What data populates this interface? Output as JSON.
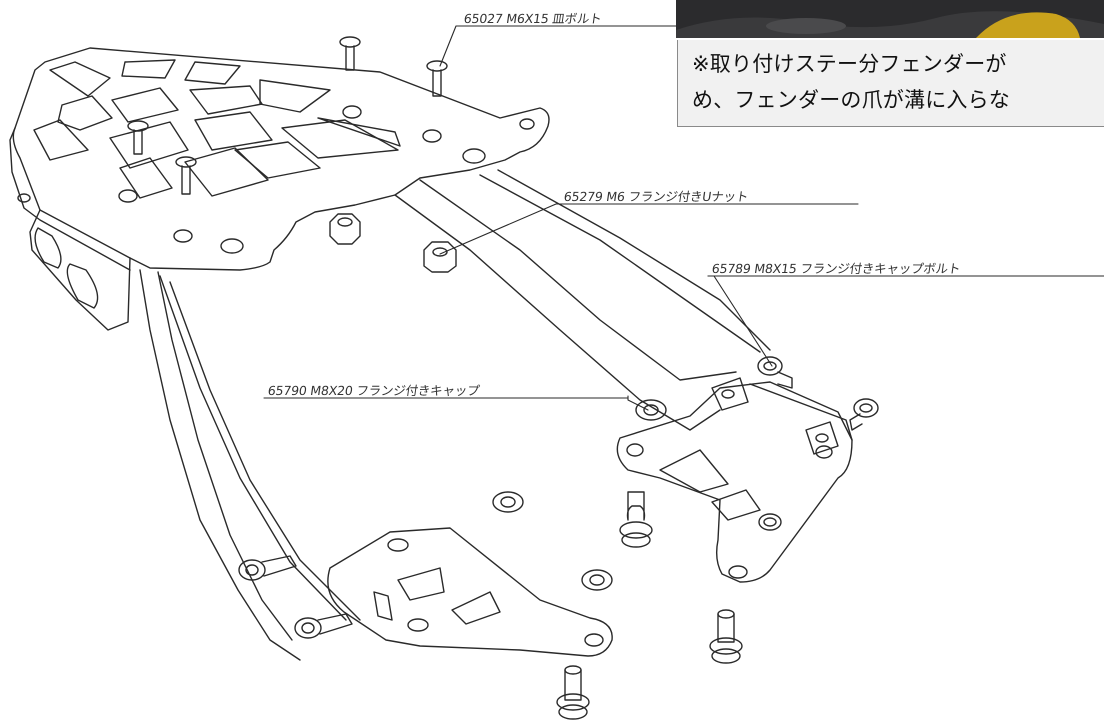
{
  "note": {
    "line1": "※取り付けステー分フェンダーが",
    "line2": "め、フェンダーの爪が溝に入らな"
  },
  "callouts": {
    "bolt_65027": "65027 M6X15 皿ボルト",
    "nut_65279": "65279 M6 フランジ付きUナット",
    "bolt_65789": "65789 M8X15 フランジ付きキャップボルト",
    "bolt_65790": "65790 M8X20 フランジ付きキャップ"
  },
  "colors": {
    "line": "#2a2a2a",
    "note_bg": "#f1f1f1",
    "photo_dark": "#2b2b2d",
    "photo_accent": "#c9a21c"
  }
}
